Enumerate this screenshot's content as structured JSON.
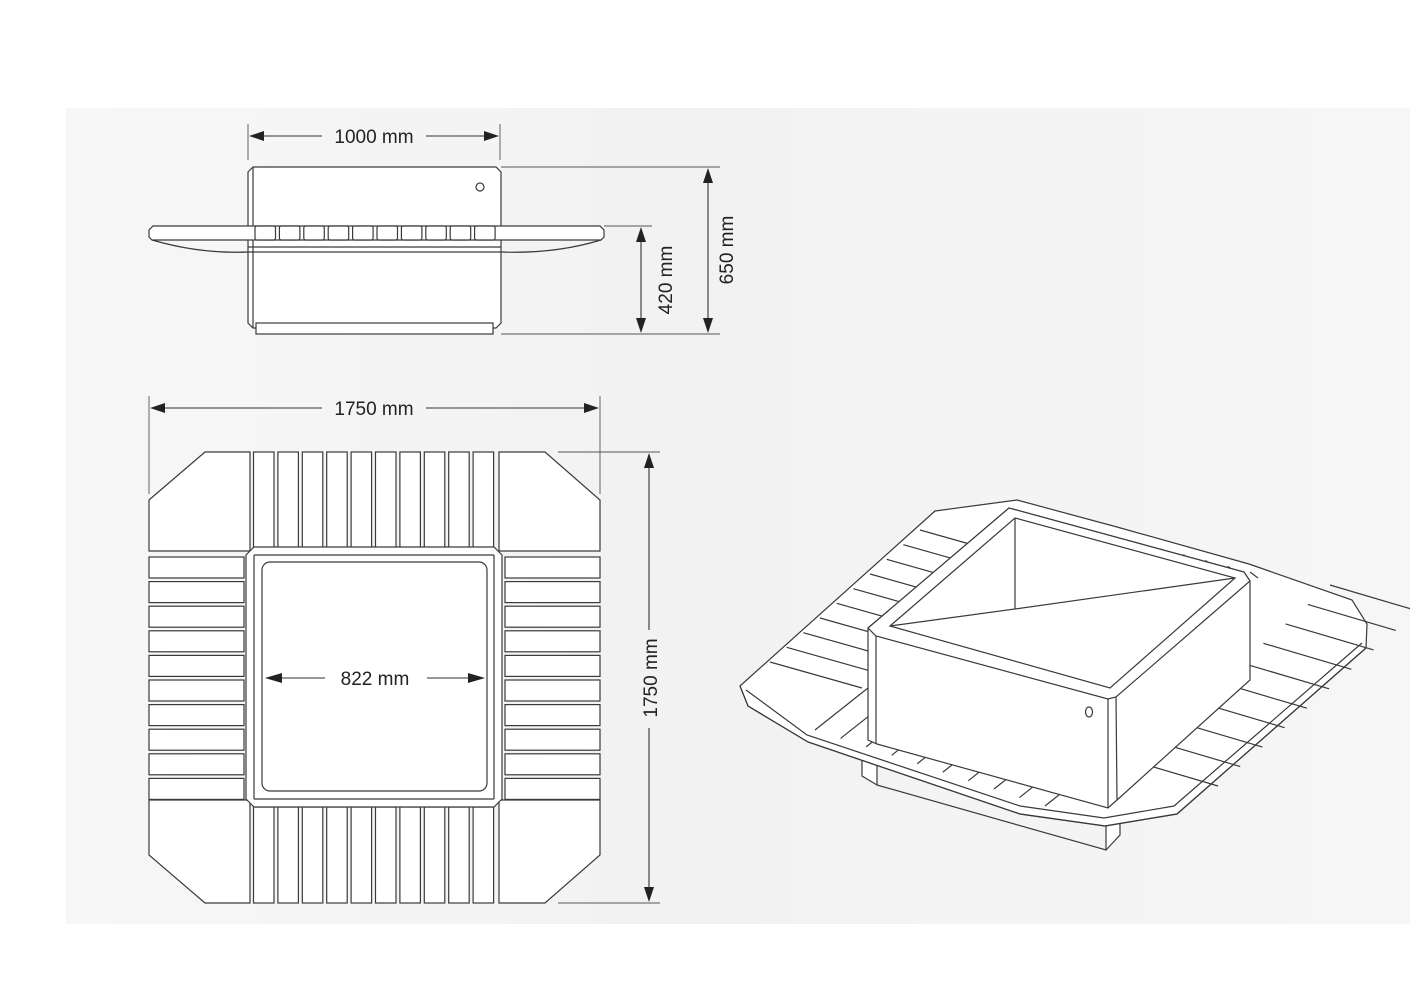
{
  "dimensions": {
    "side_width": "1000 mm",
    "seat_height": "420 mm",
    "total_height": "650 mm",
    "top_width": "1750 mm",
    "top_depth": "1750 mm",
    "inner_opening": "822 mm"
  }
}
